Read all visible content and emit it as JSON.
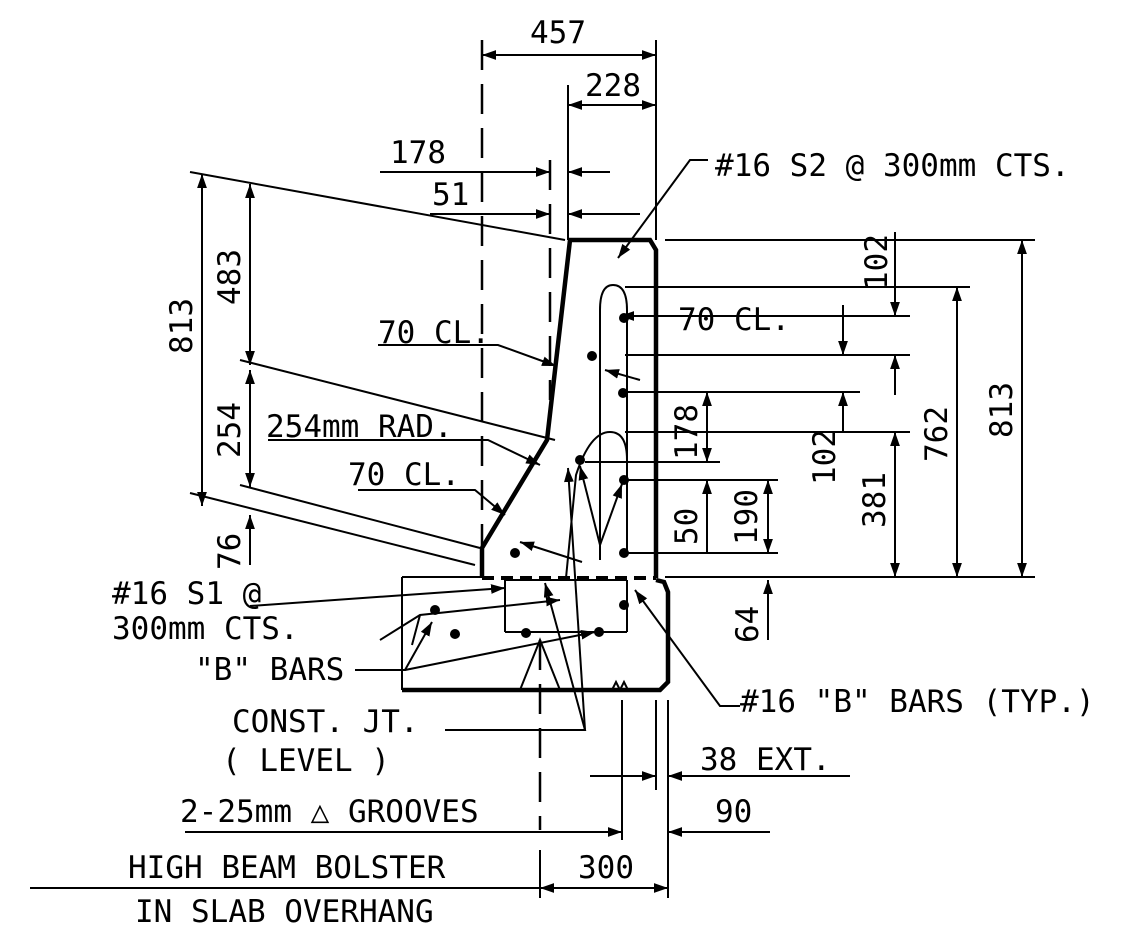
{
  "dimensions": {
    "d457": "457",
    "d228": "228",
    "d178_top": "178",
    "d51": "51",
    "d813_left": "813",
    "d483": "483",
    "d254": "254",
    "d76": "76",
    "d102_top": "102",
    "d102_mid": "102",
    "d178_mid": "178",
    "d50": "50",
    "d190": "190",
    "d381": "381",
    "d762": "762",
    "d813_right": "813",
    "d64": "64"
  },
  "labels": {
    "s2_bars": "#16 S2 @ 300mm CTS.",
    "cl_upper_left": "70 CL.",
    "cl_upper_right": "70 CL.",
    "radius": "254mm RAD.",
    "cl_lower": "70 CL.",
    "s1_line1": "#16 S1 @",
    "s1_line2": "300mm CTS.",
    "b_bars": "\"B\" BARS",
    "b_bars_typ": "#16 \"B\" BARS (TYP.)",
    "const_jt_line1": "CONST. JT.",
    "const_jt_line2": "( LEVEL )",
    "ext": "38 EXT.",
    "grooves": "2-25mm △ GROOVES",
    "d90": "90",
    "bolster_line1": "HIGH BEAM BOLSTER",
    "d300": "300",
    "bolster_line2": "IN SLAB OVERHANG"
  }
}
